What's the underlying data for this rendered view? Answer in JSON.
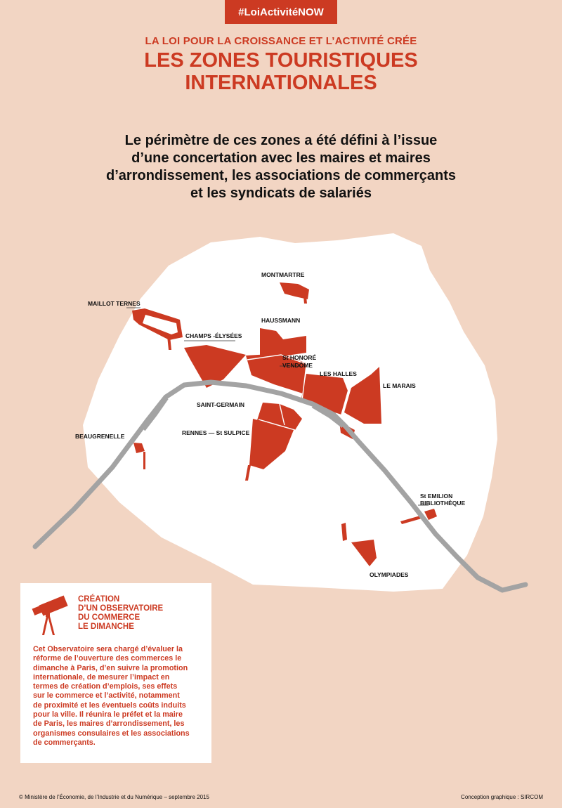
{
  "header": {
    "hashtag": "#LoiActivitéNOW",
    "kicker": "LA LOI POUR LA CROISSANCE ET L’ACTIVITÉ CRÉE",
    "title_line1": "LES ZONES TOURISTIQUES",
    "title_line2": "INTERNATIONALES"
  },
  "intro": {
    "lines": [
      "Le périmètre de ces zones a été défini à l’issue",
      "d’une concertation avec les maires et maires",
      "d’arrondissement, les associations de commerçants",
      "et les syndicats de salariés"
    ]
  },
  "map": {
    "labels": {
      "montmartre": "MONTMARTRE",
      "maillot_ternes": "MAILLOT TERNES",
      "haussmann": "HAUSSMANN",
      "champs_elysees": "CHAMPS -ÉLYSÉES",
      "st_honore_line1": "St HONORÉ",
      "st_honore_line2": "VENDÔME",
      "les_halles": "LES HALLES",
      "le_marais": "LE MARAIS",
      "saint_germain": "SAINT-GERMAIN",
      "rennes_st_sulpice": "RENNES — St SULPICE",
      "beaugrenelle": "BEAUGRENELLE",
      "st_emilion_line1": "St EMILION",
      "st_emilion_line2": "BIBLIOTHÈQUE",
      "olympiades": "OLYMPIADES"
    },
    "colors": {
      "zone": "#cc3a22",
      "river": "#a3a3a3",
      "city": "#ffffff",
      "background": "#f2d5c3"
    }
  },
  "observatoire": {
    "icon": "telescope-icon",
    "title_lines": [
      "CRÉATION",
      "D’UN OBSERVATOIRE",
      "DU COMMERCE",
      "LE DIMANCHE"
    ],
    "body_lines": [
      "Cet Observatoire sera chargé d’évaluer la",
      "réforme de l’ouverture des commerces le",
      "dimanche à Paris, d’en suivre la promotion",
      "internationale, de mesurer l’impact en",
      "termes de création d’emplois, ses effets",
      "sur le commerce et l’activité, notamment",
      "de proximité et les éventuels coûts induits",
      "pour la ville. Il réunira le préfet et la maire",
      "de Paris, les maires d’arrondissement, les",
      "organismes consulaires et les associations",
      "de commerçants."
    ]
  },
  "footer": {
    "left": "© Ministère de l’Économie, de l’Industrie et du Numérique – septembre 2015",
    "right": "Conception graphique : SIRCOM"
  }
}
